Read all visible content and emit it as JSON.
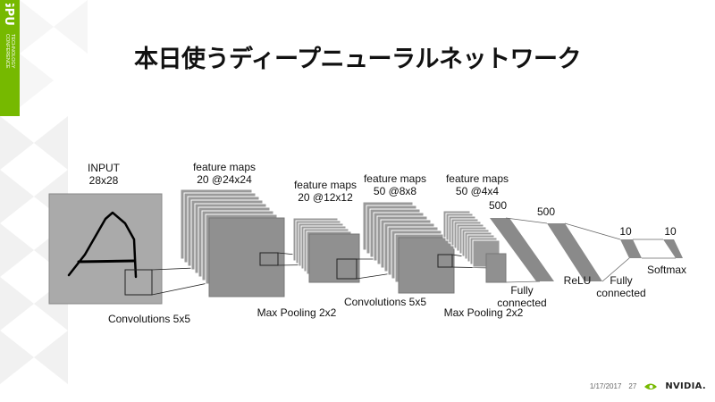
{
  "brand": {
    "gtc_main": "GPU",
    "gtc_line1": "TECHNOLOGY",
    "gtc_line2": "CONFERENCE",
    "accent_color": "#76b900"
  },
  "slide": {
    "title": "本日使うディープニューラルネットワーク"
  },
  "diagram": {
    "layers": [
      {
        "id": "input",
        "line1": "INPUT",
        "line2": "28x28"
      },
      {
        "id": "conv1",
        "line1": "feature maps",
        "line2": "20 @24x24"
      },
      {
        "id": "pool1",
        "line1": "feature maps",
        "line2": "20 @12x12"
      },
      {
        "id": "conv2",
        "line1": "feature maps",
        "line2": "50 @8x8"
      },
      {
        "id": "pool2",
        "line1": "feature maps",
        "line2": "50 @4x4"
      },
      {
        "id": "fc1",
        "size": "500"
      },
      {
        "id": "relu",
        "size": "500"
      },
      {
        "id": "fc2",
        "size": "10"
      },
      {
        "id": "softmax",
        "size": "10"
      }
    ],
    "operations": {
      "conv1": "Convolutions 5x5",
      "pool1": "Max Pooling 2x2",
      "conv2": "Convolutions 5x5",
      "pool2": "Max Pooling 2x2",
      "fc1_line1": "Fully",
      "fc1_line2": "connected",
      "relu": "ReLU",
      "fc2_line1": "Fully",
      "fc2_line2": "connected",
      "softmax": "Softmax"
    }
  },
  "footer": {
    "date": "1/17/2017",
    "page": "27",
    "company": "NVIDIA."
  }
}
